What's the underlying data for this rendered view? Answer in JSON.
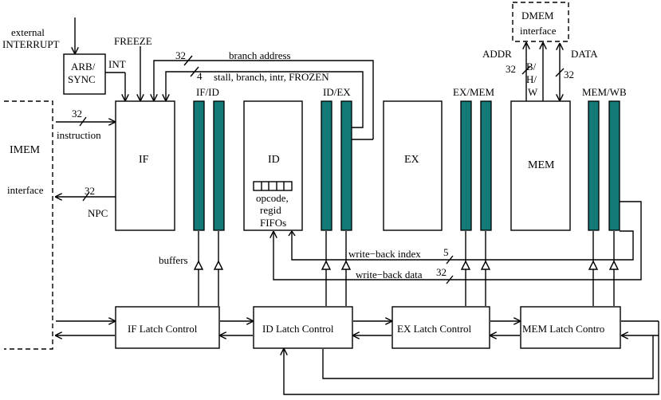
{
  "labels": {
    "external": "external",
    "interrupt": "INTERRUPT",
    "arb": "ARB/",
    "sync": "SYNC",
    "freeze": "FREEZE",
    "int": "INT",
    "bus32_branch": "32",
    "branch_address": "branch address",
    "bus4": "4",
    "stall_line": "stall, branch, intr, FROZEN",
    "imem": "IMEM",
    "interface_left": "interface",
    "bus32_instr": "32",
    "instruction": "instruction",
    "bus32_npc": "32",
    "npc": "NPC",
    "if": "IF",
    "ifid": "IF/ID",
    "id": "ID",
    "opcode": "opcode,",
    "regid": "regid",
    "fifos": "FIFOs",
    "idex": "ID/EX",
    "ex": "EX",
    "exmem": "EX/MEM",
    "mem": "MEM",
    "memwb": "MEM/WB",
    "dmem": "DMEM",
    "dmem_interface": "interface",
    "addr": "ADDR",
    "bus32_addr": "32",
    "b": "B/",
    "h": "H/",
    "w": "W",
    "data": "DATA",
    "bus32_data": "32",
    "buffers": "buffers",
    "wb_index": "write−back index",
    "bus5": "5",
    "wb_data": "write−back data",
    "bus32_wb": "32",
    "if_latch": "IF Latch Control",
    "id_latch": "ID Latch Control",
    "ex_latch": "EX Latch Control",
    "mem_latch": "MEM Latch Contro"
  },
  "colors": {
    "latch_fill": "#137a78",
    "line": "#000000",
    "background": "#ffffff"
  }
}
